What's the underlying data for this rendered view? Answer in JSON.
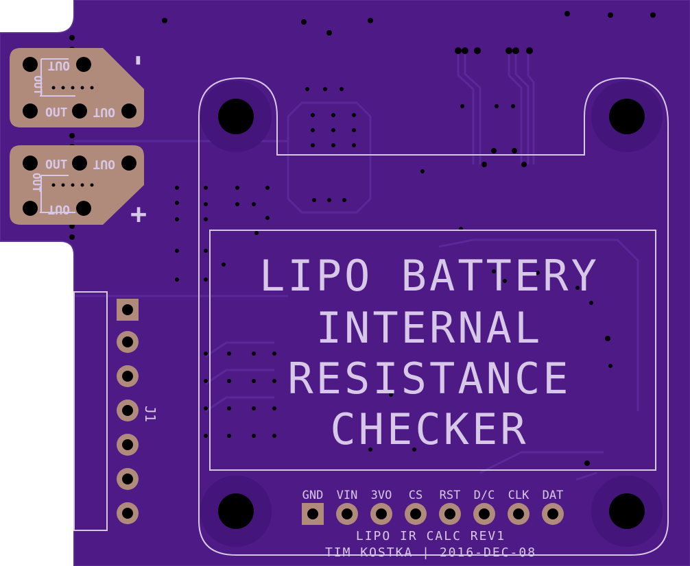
{
  "board": {
    "title_lines": [
      "LIPO BATTERY",
      "INTERNAL",
      "RESISTANCE",
      "CHECKER"
    ],
    "footer_line1": "LIPO IR CALC REV1",
    "footer_line2": "TIM KOSTKA | 2016-DEC-08",
    "connector_label": "J1",
    "minus_sign": "-",
    "plus_sign": "+",
    "pin_labels": [
      "GND",
      "VIN",
      "3VO",
      "CS",
      "RST",
      "D/C",
      "CLK",
      "DAT"
    ],
    "pad_labels": {
      "top_pad": [
        "OUT",
        "OUT",
        "OUT",
        "OUT"
      ],
      "bottom_pad": [
        "OUT",
        "OUT",
        "OUT",
        "OUT"
      ]
    },
    "colors": {
      "board": "#4d1a86",
      "trace": "#5a259a",
      "copper": "#b08a7a",
      "silkscreen": "#d8c8e8",
      "drill": "#000000"
    }
  }
}
